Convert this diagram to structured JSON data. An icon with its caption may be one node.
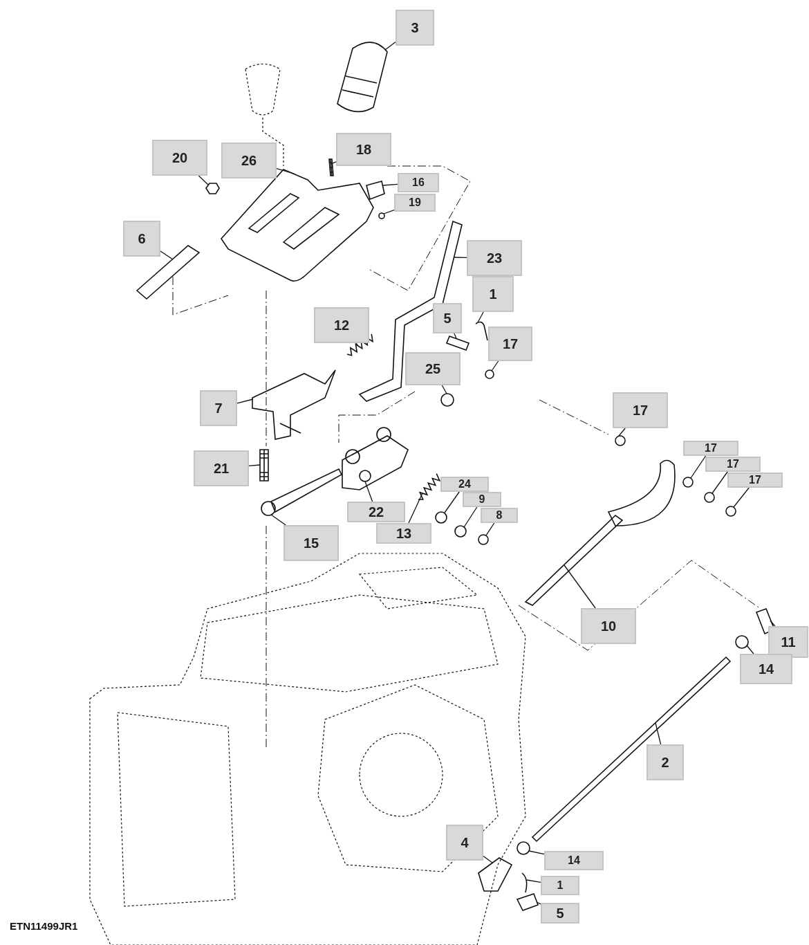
{
  "diagram": {
    "nodes": [
      {
        "text": [
          "3"
        ]
      },
      {
        "text": [
          "20"
        ]
      },
      {
        "text": [
          "26"
        ]
      },
      {
        "text": [
          "18"
        ]
      },
      {
        "text": [
          "16"
        ]
      },
      {
        "text": [
          "19"
        ]
      },
      {
        "text": [
          "6"
        ]
      },
      {
        "text": [
          "23"
        ]
      },
      {
        "text": [
          "1"
        ]
      },
      {
        "text": [
          "12"
        ]
      },
      {
        "text": [
          "5"
        ]
      },
      {
        "text": [
          "17"
        ]
      },
      {
        "text": [
          "25"
        ]
      },
      {
        "text": [
          "7"
        ]
      },
      {
        "text": [
          "17"
        ]
      },
      {
        "text": [
          "21"
        ]
      },
      {
        "text": [
          "17"
        ]
      },
      {
        "text": [
          "17"
        ]
      },
      {
        "text": [
          "17"
        ]
      },
      {
        "text": [
          "24"
        ]
      },
      {
        "text": [
          "9"
        ]
      },
      {
        "text": [
          "8"
        ]
      },
      {
        "text": [
          "22"
        ]
      },
      {
        "text": [
          "15"
        ]
      },
      {
        "text": [
          "13"
        ]
      },
      {
        "text": [
          "10"
        ]
      },
      {
        "text": [
          "11"
        ]
      },
      {
        "text": [
          "14"
        ]
      },
      {
        "text": [
          "2"
        ]
      },
      {
        "text": [
          "4"
        ]
      },
      {
        "text": [
          "14"
        ]
      },
      {
        "text": [
          "1"
        ]
      },
      {
        "text": [
          "5"
        ]
      },
      {
        "text": [],
        "shape": "picture"
      },
      {
        "text": [],
        "shape": "picture"
      },
      {
        "text": [],
        "shape": "picture"
      },
      {
        "text": [],
        "shape": "picture"
      },
      {
        "text": [],
        "shape": "picture"
      },
      {
        "text": [],
        "shape": "picture"
      },
      {
        "text": [],
        "shape": "picture"
      },
      {
        "text": [],
        "shape": "picture"
      },
      {
        "text": [],
        "shape": "picture"
      },
      {
        "text": [],
        "shape": "picture"
      },
      {
        "text": [],
        "shape": "picture"
      },
      {
        "text": [],
        "shape": "picture"
      },
      {
        "text": [],
        "shape": "picture"
      },
      {
        "text": [],
        "shape": "picture"
      },
      {
        "text": [],
        "shape": "picture"
      },
      {
        "text": [],
        "shape": "picture"
      },
      {
        "text": [],
        "shape": "picture"
      },
      {
        "text": [],
        "shape": "picture"
      },
      {
        "text": [],
        "shape": "picture"
      },
      {
        "text": [],
        "shape": "picture"
      },
      {
        "text": [],
        "shape": "picture"
      },
      {
        "text": [],
        "shape": "picture"
      },
      {
        "text": [],
        "shape": "picture"
      },
      {
        "text": [],
        "shape": "picture"
      },
      {
        "text": [],
        "shape": "picture"
      },
      {
        "text": [],
        "shape": "picture"
      },
      {
        "text": [],
        "shape": "picture"
      },
      {
        "text": [],
        "shape": "picture"
      },
      {
        "text": [],
        "shape": "picture"
      },
      {
        "text": [],
        "shape": "picture"
      },
      {
        "text": [],
        "shape": "picture"
      },
      {
        "text": [],
        "shape": "picture"
      },
      {
        "text": [],
        "shape": "picture"
      }
    ],
    "edges": [
      {
        "from": 0,
        "to": 33,
        "arrow": "none"
      },
      {
        "from": 1,
        "to": 34,
        "arrow": "none"
      },
      {
        "from": 2,
        "to": 35,
        "arrow": "none"
      },
      {
        "from": 3,
        "to": 36,
        "arrow": "none"
      },
      {
        "from": 4,
        "to": 37,
        "arrow": "none"
      },
      {
        "from": 5,
        "to": 38,
        "arrow": "none"
      },
      {
        "from": 6,
        "to": 39,
        "arrow": "none"
      },
      {
        "from": 7,
        "to": 40,
        "arrow": "none"
      },
      {
        "from": 8,
        "to": 41,
        "arrow": "none"
      },
      {
        "from": 9,
        "to": 42,
        "arrow": "none"
      },
      {
        "from": 10,
        "to": 43,
        "arrow": "none"
      },
      {
        "from": 11,
        "to": 44,
        "arrow": "none"
      },
      {
        "from": 12,
        "to": 45,
        "arrow": "none"
      },
      {
        "from": 13,
        "to": 46,
        "arrow": "none"
      },
      {
        "from": 14,
        "to": 47,
        "arrow": "none"
      },
      {
        "from": 15,
        "to": 48,
        "arrow": "none"
      },
      {
        "from": 16,
        "to": 49,
        "arrow": "none"
      },
      {
        "from": 17,
        "to": 50,
        "arrow": "none"
      },
      {
        "from": 18,
        "to": 51,
        "arrow": "none"
      },
      {
        "from": 19,
        "to": 52,
        "arrow": "none"
      },
      {
        "from": 20,
        "to": 53,
        "arrow": "none"
      },
      {
        "from": 21,
        "to": 54,
        "arrow": "none"
      },
      {
        "from": 22,
        "to": 55,
        "arrow": "none"
      },
      {
        "from": 23,
        "to": 56,
        "arrow": "none"
      },
      {
        "from": 24,
        "to": 57,
        "arrow": "none"
      },
      {
        "from": 25,
        "to": 58,
        "arrow": "none"
      },
      {
        "from": 26,
        "to": 59,
        "arrow": "none"
      },
      {
        "from": 27,
        "to": 60,
        "arrow": "none"
      },
      {
        "from": 28,
        "to": 61,
        "arrow": "none"
      },
      {
        "from": 29,
        "to": 62,
        "arrow": "none"
      },
      {
        "from": 30,
        "to": 63,
        "arrow": "none"
      },
      {
        "from": 31,
        "to": 64,
        "arrow": "none"
      },
      {
        "from": 32,
        "to": 65,
        "arrow": "none"
      }
    ],
    "labels": [
      "ETN11499JR1"
    ]
  }
}
